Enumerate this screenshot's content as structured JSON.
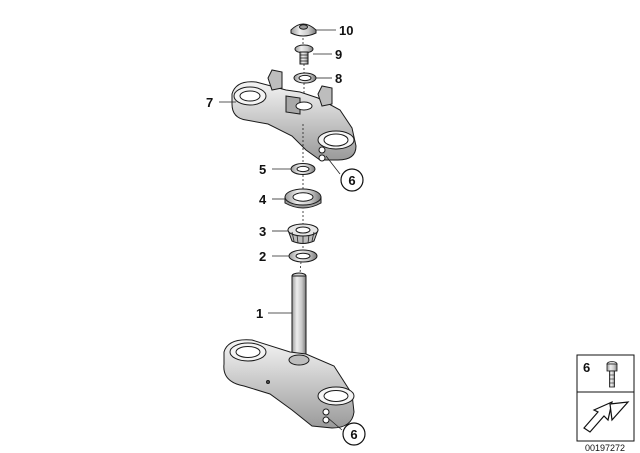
{
  "diagram": {
    "callouts": [
      {
        "id": "10",
        "label": "10"
      },
      {
        "id": "9",
        "label": "9"
      },
      {
        "id": "8",
        "label": "8"
      },
      {
        "id": "7",
        "label": "7"
      },
      {
        "id": "6a",
        "label": "6"
      },
      {
        "id": "5",
        "label": "5"
      },
      {
        "id": "4",
        "label": "4"
      },
      {
        "id": "3",
        "label": "3"
      },
      {
        "id": "2",
        "label": "2"
      },
      {
        "id": "1",
        "label": "1"
      },
      {
        "id": "6b",
        "label": "6"
      }
    ],
    "inset": {
      "label": "6"
    },
    "reference_number": "00197272"
  },
  "colors": {
    "part_fill": "#d9d9d9",
    "part_dark": "#8c8c8c",
    "part_light": "#f2f2f2",
    "line": "#1a1a1a"
  }
}
